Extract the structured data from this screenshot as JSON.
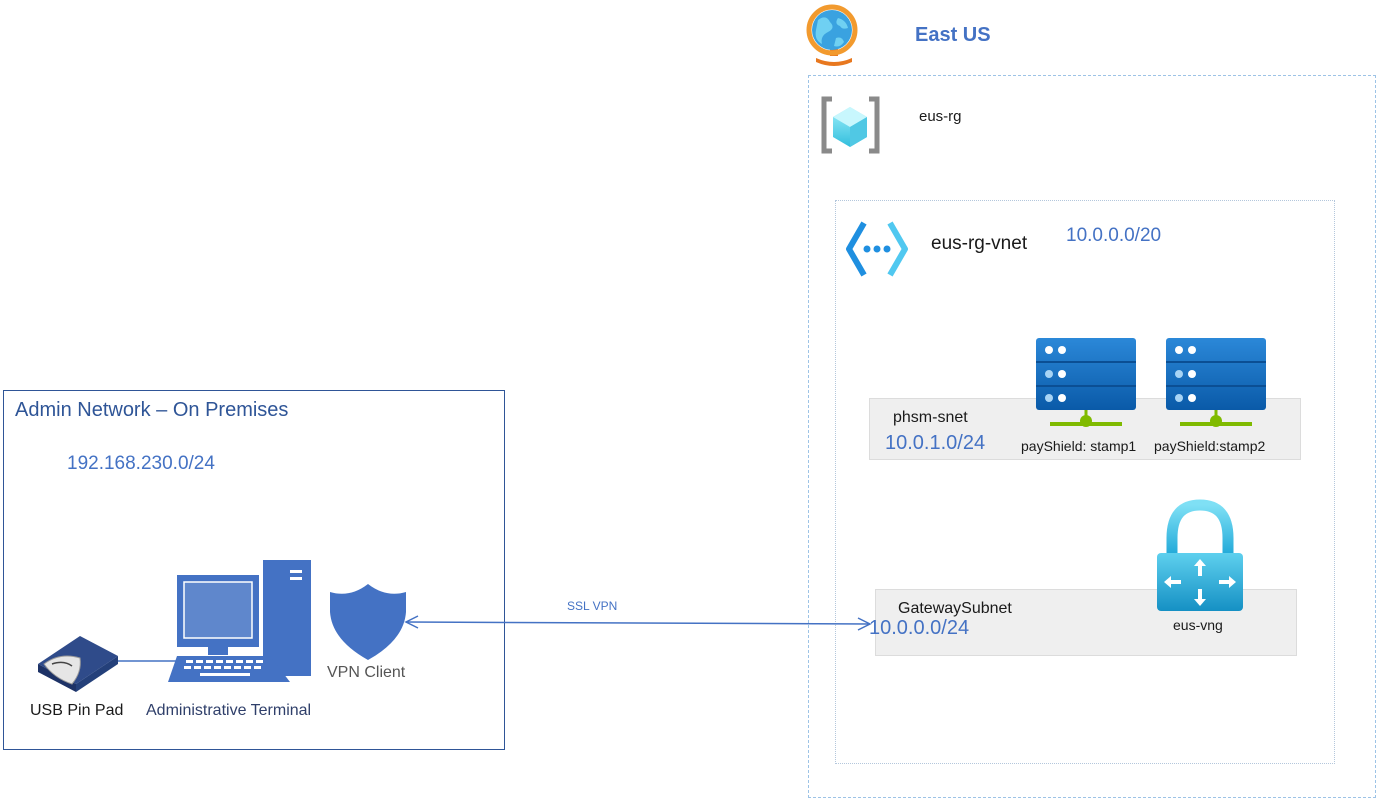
{
  "region": {
    "name": "East US",
    "icon": "globe-icon"
  },
  "resource_group": {
    "name": "eus-rg",
    "icon": "resource-group-icon"
  },
  "vnet": {
    "name": "eus-rg-vnet",
    "cidr": "10.0.0.0/20",
    "icon": "virtual-network-icon"
  },
  "subnets": {
    "phsm": {
      "name": "phsm-snet",
      "cidr": "10.0.1.0/24",
      "servers": [
        {
          "label": "payShield: stamp1",
          "icon": "server-icon"
        },
        {
          "label": "payShield:stamp2",
          "icon": "server-icon"
        }
      ]
    },
    "gateway": {
      "name": "GatewaySubnet",
      "cidr": "10.0.0.0/24",
      "gateway": {
        "label": "eus-vng",
        "icon": "vpn-gateway-lock-icon"
      }
    }
  },
  "onprem": {
    "title": "Admin Network – On Premises",
    "cidr": "192.168.230.0/24",
    "pin_pad": {
      "label": "USB Pin Pad",
      "icon": "usb-pin-pad-icon"
    },
    "terminal": {
      "label": "Administrative Terminal",
      "icon": "computer-icon"
    },
    "vpn_client": {
      "label": "VPN Client",
      "icon": "shield-icon"
    }
  },
  "connection": {
    "label": "SSL VPN"
  },
  "colors": {
    "azure_blue": "#0078d4",
    "label_blue": "#4472c4",
    "onprem_blue": "#4472c4",
    "link_green": "#7fba00"
  }
}
